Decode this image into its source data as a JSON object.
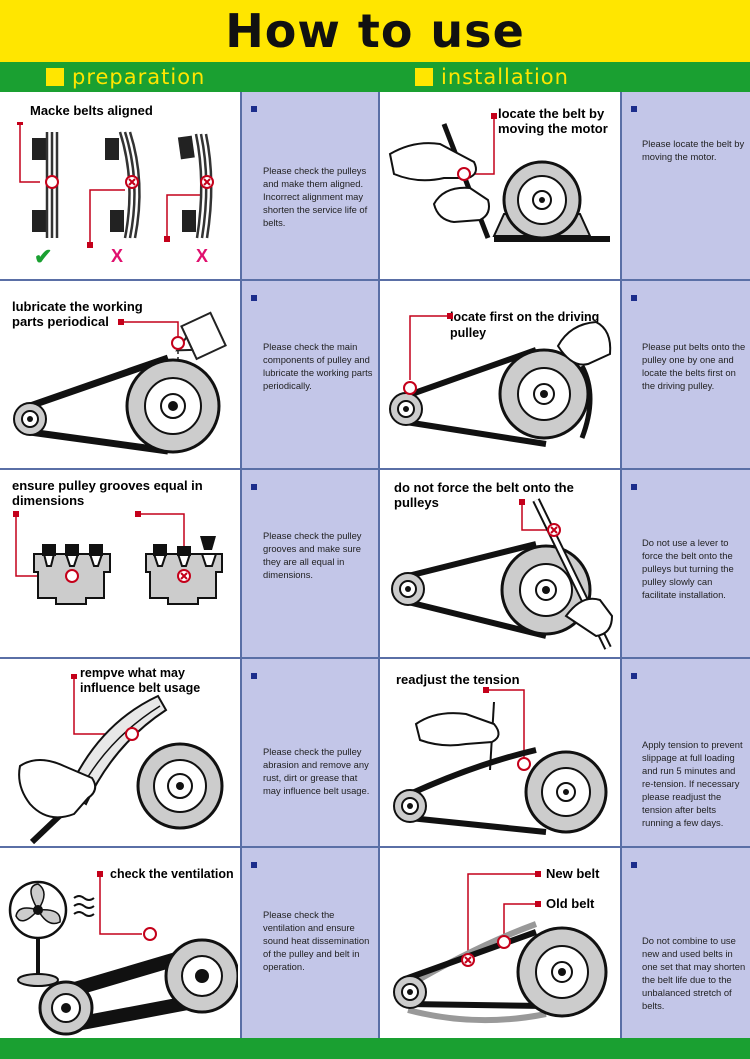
{
  "title": "How to use",
  "sections": {
    "left": "preparation",
    "right": "installation"
  },
  "left": [
    {
      "title": "Macke belts aligned",
      "desc": "Please check the pulleys and make them aligned. Incorrect alignment may shorten the service life of belts.",
      "marks": [
        "✔",
        "X",
        "X"
      ]
    },
    {
      "title": "lubricate the working parts periodical",
      "desc": "Please check the main components of pulley and lubricate the working parts periodically."
    },
    {
      "title": "ensure pulley grooves equal in dimensions",
      "desc": "Please check the pulley grooves and make sure they are all equal in dimensions."
    },
    {
      "title": "rempve what may influence belt usage",
      "desc": "Please check the pulley abrasion and remove any rust, dirt or grease that may influence belt usage."
    },
    {
      "title": "check the ventilation",
      "desc": "Please check the ventilation and ensure sound heat dissemination of the pulley and belt in operation."
    }
  ],
  "right": [
    {
      "title": "locate the belt by moving the motor",
      "desc": "Please locate the belt by moving the motor."
    },
    {
      "title": "locate first on the driving pulley",
      "desc": "Please put belts onto the pulley one by one and locate the belts first on the driving pulley."
    },
    {
      "title": "do not force the belt onto the pulleys",
      "desc": "Do not use a lever to force the belt onto the pulleys but turning the pulley slowly can facilitate installation."
    },
    {
      "title": "readjust the tension",
      "desc": "Apply tension to prevent slippage at full loading and run 5 minutes and re-tension. If necessary please readjust the tension after belts running a few days."
    },
    {
      "title_new": "New belt",
      "title_old": "Old belt",
      "desc": "Do not combine to use new and used belts in one set that may shorten the belt life due to the unbalanced stretch of belts."
    }
  ]
}
